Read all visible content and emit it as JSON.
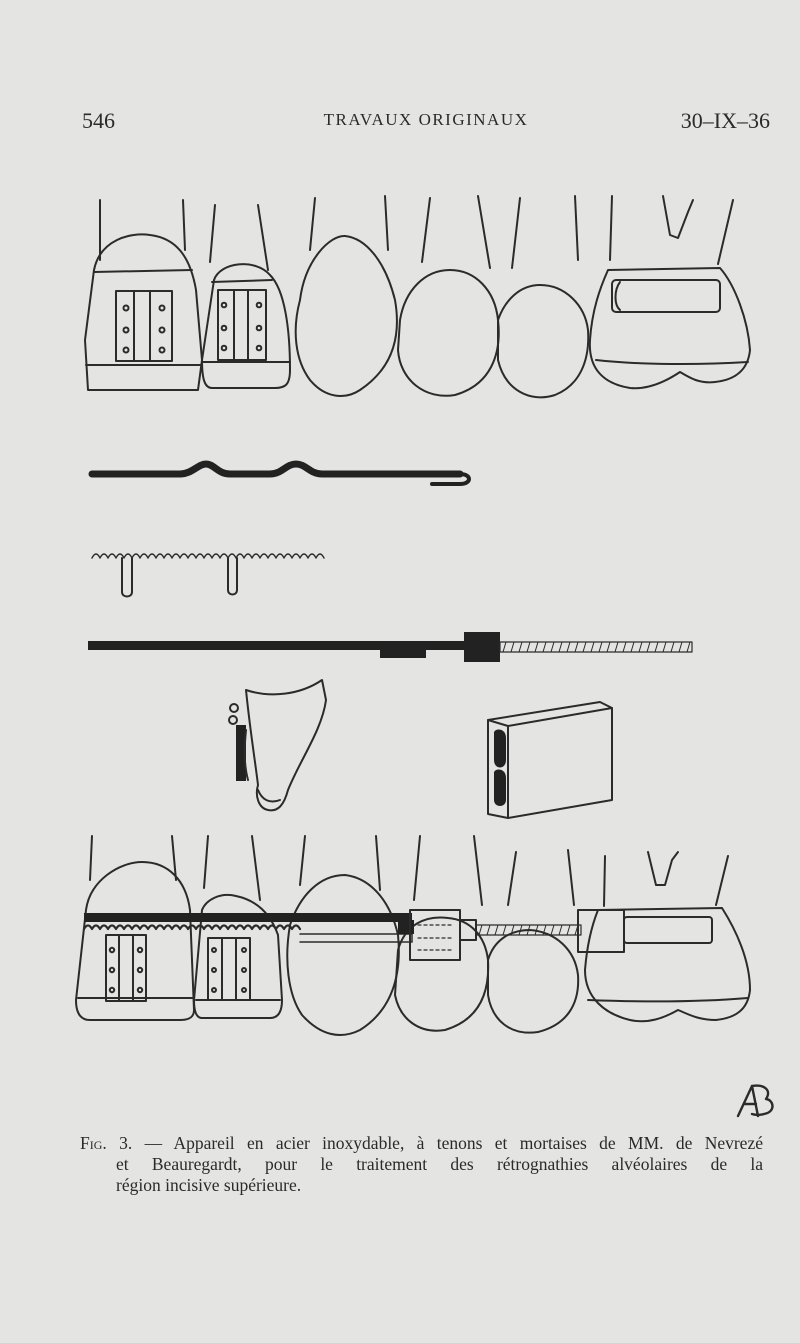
{
  "header": {
    "page_number": "546",
    "running_title": "TRAVAUX ORIGINAUX",
    "date": "30–IX–36"
  },
  "figure": {
    "monogram": "AB"
  },
  "caption": {
    "label": "Fig. 3.",
    "line1": " — Appareil en acier inoxydable, à tenons et mortaises de MM. de Nevrezé",
    "line2": "et Beauregardt, pour le traitement des rétrognathies alvéolaires de la",
    "line3": "région incisive supérieure."
  }
}
